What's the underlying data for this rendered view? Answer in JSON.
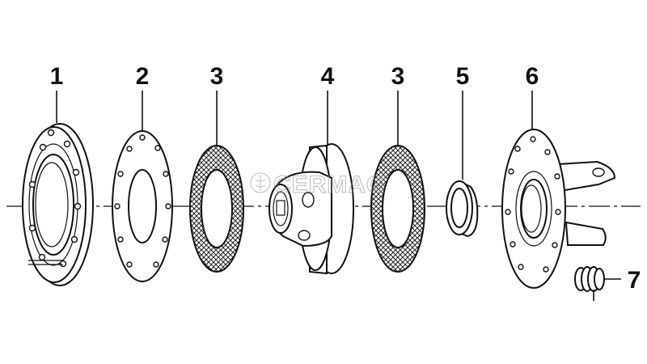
{
  "labels": {
    "p1": "1",
    "p2": "2",
    "p3a": "3",
    "p4": "4",
    "p3b": "3",
    "p5": "5",
    "p6": "6",
    "p7": "7"
  },
  "watermark": "CERMAG"
}
